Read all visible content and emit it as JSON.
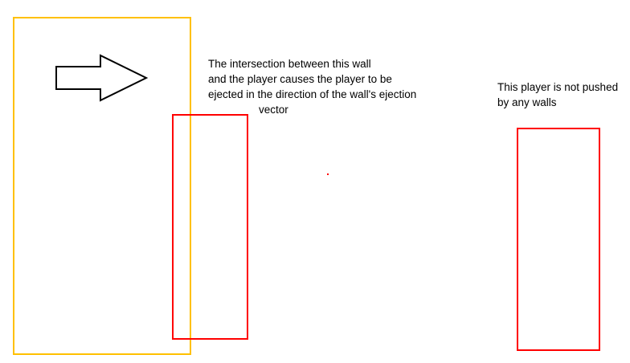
{
  "annotations": {
    "ejected_caption": {
      "lines": [
        "The intersection between this wall",
        "and the player causes the player to be",
        "ejected in the direction of the wall's ejection",
        "vector"
      ]
    },
    "free_caption": {
      "lines": [
        "This player is not pushed",
        "by any walls"
      ]
    }
  },
  "colors": {
    "wall": "#ffc000",
    "player": "#ff0000",
    "arrow": "#000000"
  },
  "icons": {
    "direction": "right-arrow-icon"
  }
}
